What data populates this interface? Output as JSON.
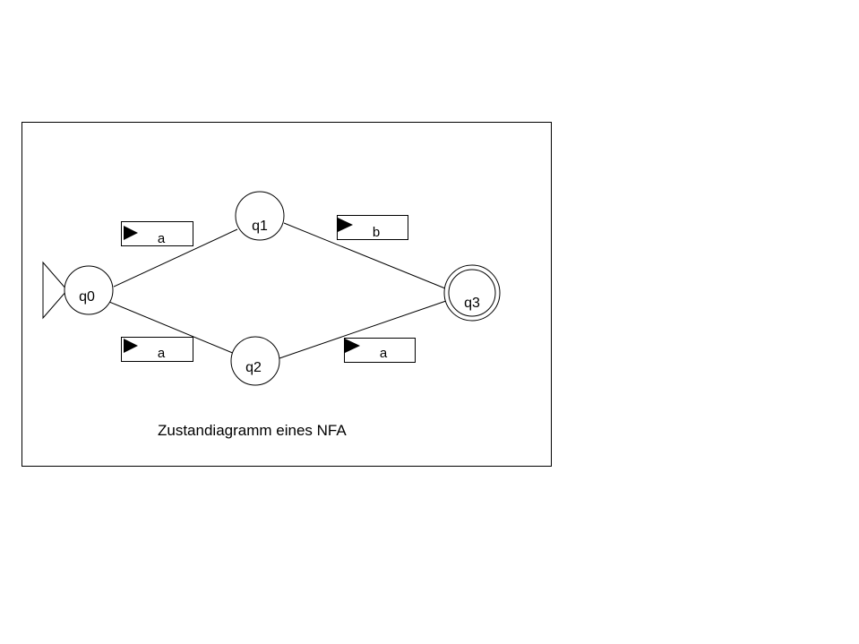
{
  "diagram": {
    "caption": "Zustandiagramm eines NFA",
    "states": {
      "q0": "q0",
      "q1": "q1",
      "q2": "q2",
      "q3": "q3"
    },
    "start_state": "q0",
    "accept_states": [
      "q3"
    ],
    "transitions": [
      {
        "from": "q0",
        "to": "q1",
        "label": "a"
      },
      {
        "from": "q0",
        "to": "q2",
        "label": "a"
      },
      {
        "from": "q1",
        "to": "q3",
        "label": "b"
      },
      {
        "from": "q2",
        "to": "q3",
        "label": "a"
      }
    ],
    "colors": {
      "stroke": "#000000",
      "background": "#ffffff"
    }
  }
}
